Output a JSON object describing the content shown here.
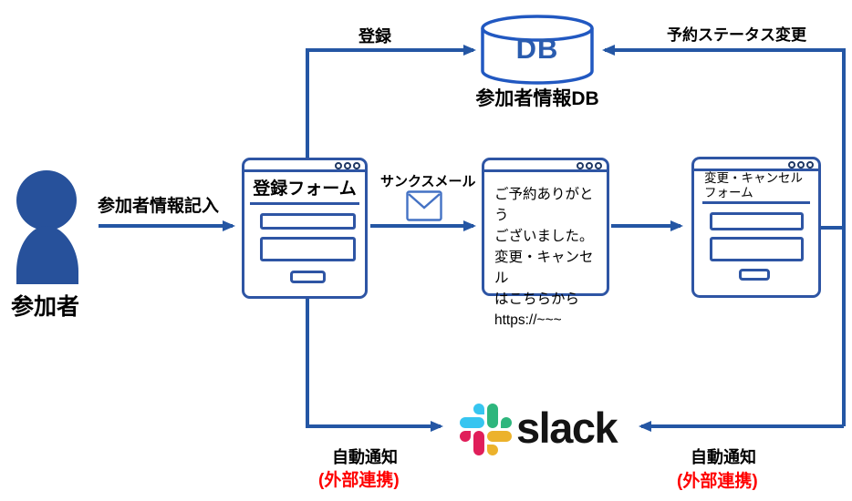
{
  "actor": {
    "label": "参加者"
  },
  "labels": {
    "info_entry": "参加者情報記入",
    "register": "登録",
    "status_change": "予約ステータス変更",
    "thanks_mail": "サンクスメール",
    "auto_notify_left": "自動通知",
    "external_link_left": "(外部連携)",
    "auto_notify_right": "自動通知",
    "external_link_right": "(外部連携)"
  },
  "db": {
    "text": "DB",
    "caption": "参加者情報DB"
  },
  "windows": {
    "register_form": {
      "title": "登録フォーム"
    },
    "message": {
      "lines": [
        "ご予約ありがとう",
        "ございました。",
        "変更・キャンセル",
        "はこちらから",
        "https://~~~"
      ]
    },
    "change_form": {
      "title_line1": "変更・キャンセル",
      "title_line2": "フォーム"
    }
  },
  "slack": {
    "wordmark": "slack"
  },
  "colors": {
    "line_blue": "#2456a4",
    "window_border_blue": "#2e55a4",
    "person_navy": "#27519b",
    "db_outline_blue": "#2158c1",
    "db_text_blue": "#2a5caf",
    "alert_red": "#ff0000",
    "envelope_blue": "#4472c4",
    "slack_blue": "#36c5f0",
    "slack_green": "#2eb67d",
    "slack_red": "#e01e5a",
    "slack_yellow": "#ecb22c"
  }
}
